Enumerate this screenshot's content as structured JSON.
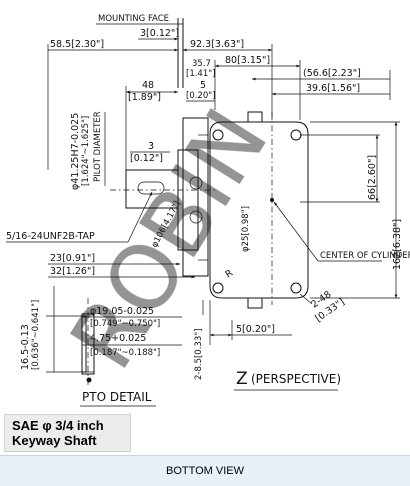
{
  "watermark": "ROBIN",
  "drawing": {
    "mounting_face": "MOUNTING FACE",
    "dims": {
      "d3": "3[0.12\"]",
      "d58_5": "58.5[2.30\"]",
      "d92_3": "92.3[3.63\"]",
      "d35_7": "35.7",
      "d1_41": "[1.41\"]",
      "d80": "80[3.15\"]",
      "d56_6": "(56.6[2.23\"]",
      "d39_6": "39.6[1.56\"]",
      "d48": "48",
      "d1_89": "[1.89\"]",
      "d5_top": "5",
      "d0_20_top": "[0.20\"]",
      "d41_25": "φ41.25H7-0.025",
      "d1_624": "[1.624\"~1.625\"]",
      "pilot": "PILOT DIAMETER",
      "d3_mid": "3",
      "d0_12_mid": "[0.12\"]",
      "d66": "66[2.60\"]",
      "d162": "162[6.38\"]",
      "tap": "5/16-24UNF2B-TAP",
      "bolt_circle": "φ106[4.17\"]",
      "d25": "φ25[0.98\"]",
      "center_cyl": "CENTER OF CYLINDER",
      "d23": "23[0.91\"]",
      "d32": "32[1.26\"]",
      "radius": "R",
      "d2_48": "2-48",
      "d2_48_in": "[0.33\"]",
      "d19_05": "φ19.05-0.025",
      "d0_749": "[0.749\"~0.750\"]",
      "d4_75": "4.75+0.025",
      "d0_187": "[0.187\"~0.188\"]",
      "d16_5": "16.5-0.13",
      "d0_636": "[0.636\"~0.641\"]",
      "d8_5": "2-8.5[0.33\"]",
      "d5_bottom": "5[0.20\"]"
    },
    "z_title": "Z",
    "z_sub": "(PERSPECTIVE)",
    "pto_detail": "PTO DETAIL"
  },
  "sae_box": {
    "line1": "SAE φ 3/4 inch",
    "line2": "Keyway Shaft"
  },
  "caption": "BOTTOM VIEW"
}
